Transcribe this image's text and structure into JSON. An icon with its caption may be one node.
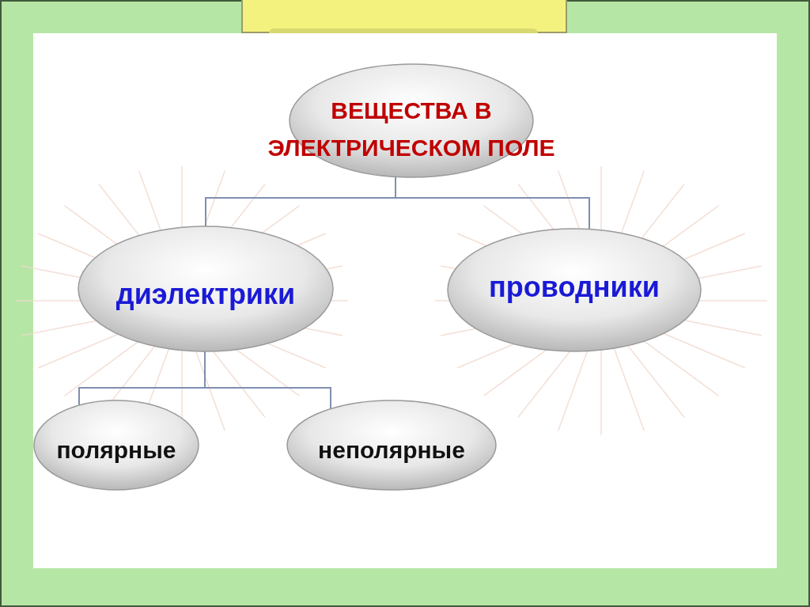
{
  "diagram": {
    "nodes": [
      {
        "text": [
          "ВЕЩЕСТВА В ЭЛЕКТРИЧЕСКОМ ПОЛЕ"
        ]
      },
      {
        "text": [
          "диэлектрики"
        ]
      },
      {
        "text": [
          "проводники"
        ]
      },
      {
        "text": [
          "полярные"
        ]
      },
      {
        "text": [
          "неполярные"
        ]
      }
    ],
    "edges": [
      {
        "from": 0,
        "to": 1,
        "arrow": "none"
      },
      {
        "from": 0,
        "to": 2,
        "arrow": "none"
      },
      {
        "from": 1,
        "to": 3,
        "arrow": "none"
      },
      {
        "from": 1,
        "to": 4,
        "arrow": "none"
      }
    ]
  }
}
